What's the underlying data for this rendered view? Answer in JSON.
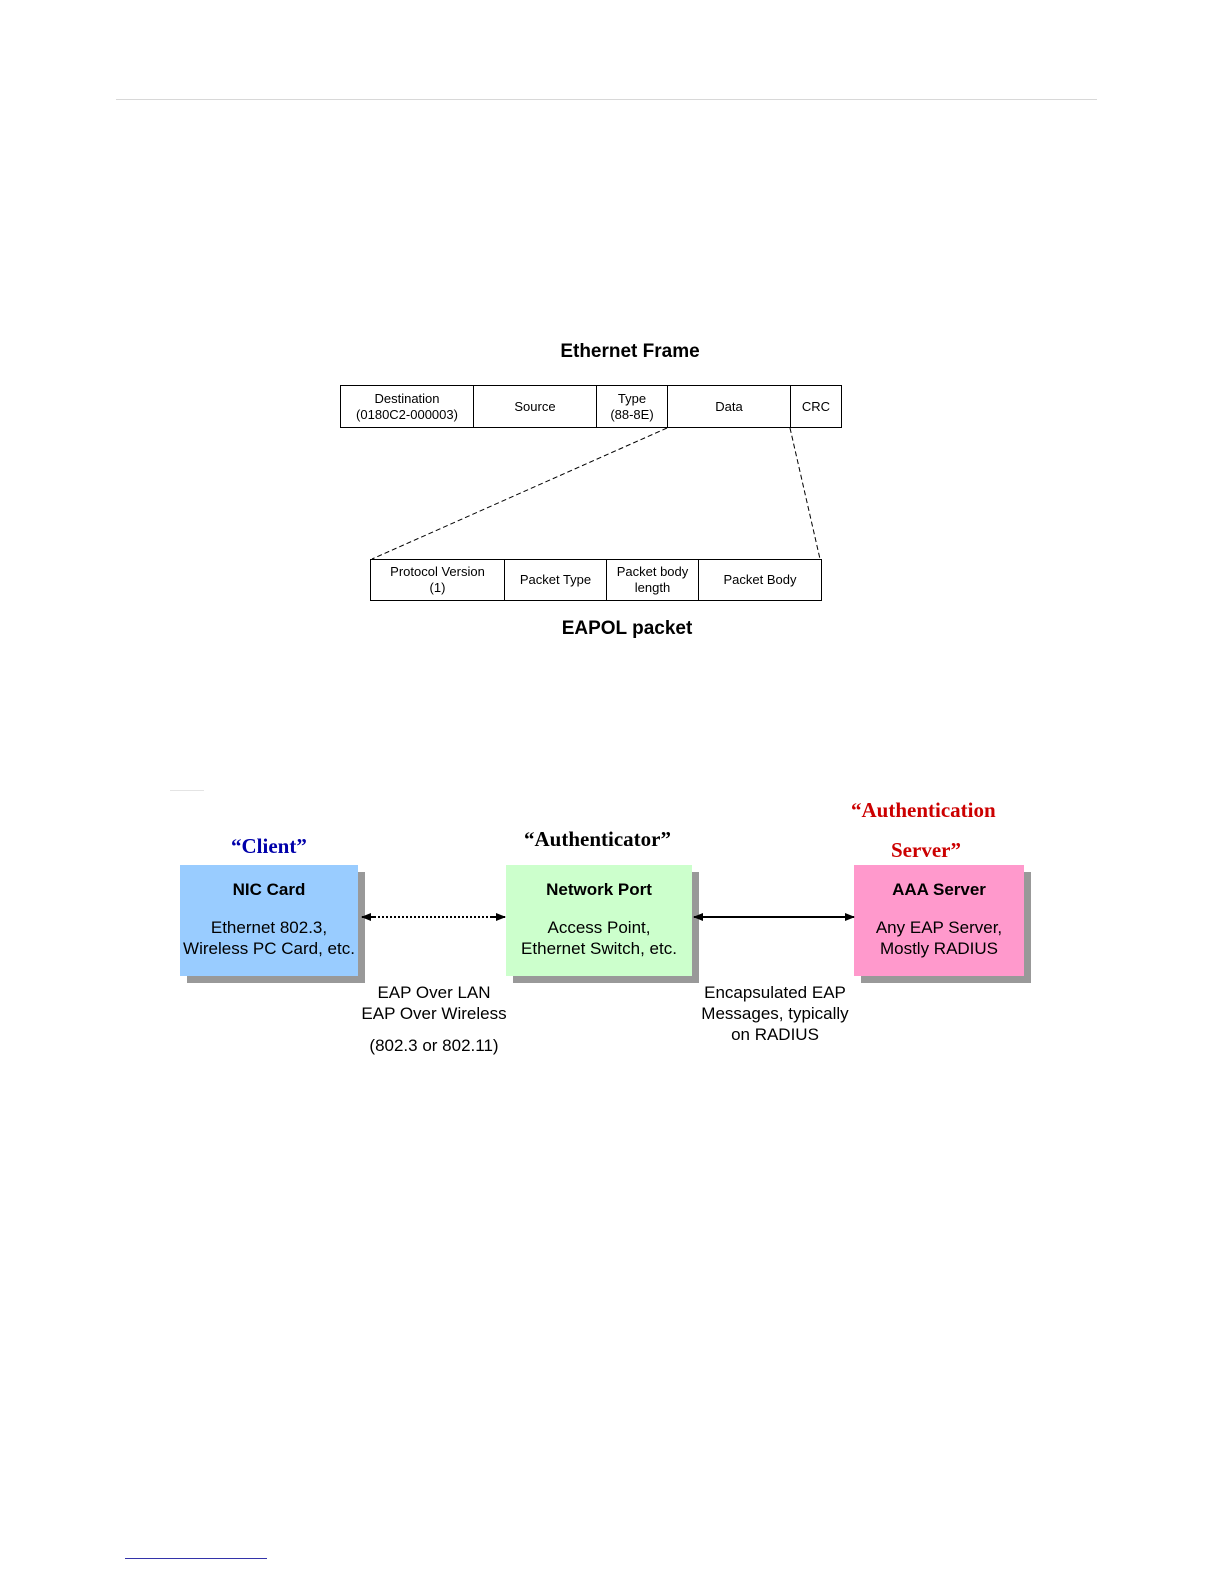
{
  "frame": {
    "title": "Ethernet Frame",
    "fields": [
      {
        "label": "Destination\n(0180C2-000003)"
      },
      {
        "label": "Source"
      },
      {
        "label": "Type\n(88-8E)"
      },
      {
        "label": "Data"
      },
      {
        "label": "CRC"
      }
    ]
  },
  "eapol": {
    "title": "EAPOL packet",
    "fields": [
      {
        "label": "Protocol Version\n(1)"
      },
      {
        "label": "Packet Type"
      },
      {
        "label": "Packet body\nlength"
      },
      {
        "label": "Packet Body"
      }
    ]
  },
  "roles": {
    "client": "“Client”",
    "authenticator": "“Authenticator”",
    "server_line1": "“Authentication",
    "server_line2": "Server”"
  },
  "nodes": {
    "nic": {
      "title": "NIC Card",
      "desc": "Ethernet 802.3,\nWireless PC Card, etc."
    },
    "port": {
      "title": "Network Port",
      "desc": "Access Point,\nEthernet Switch, etc."
    },
    "aaa": {
      "title": "AAA Server",
      "desc": "Any EAP Server,\nMostly RADIUS"
    }
  },
  "links": {
    "left_caption": "EAP Over LAN\nEAP Over Wireless",
    "left_caption_2": "(802.3 or 802.11)",
    "right_caption": "Encapsulated EAP\nMessages, typically\non RADIUS"
  },
  "colors": {
    "client_role": "#0000aa",
    "server_role": "#cc0000",
    "nic_fill": "#99ccff",
    "port_fill": "#ccffcc",
    "aaa_fill": "#ff99cc"
  }
}
